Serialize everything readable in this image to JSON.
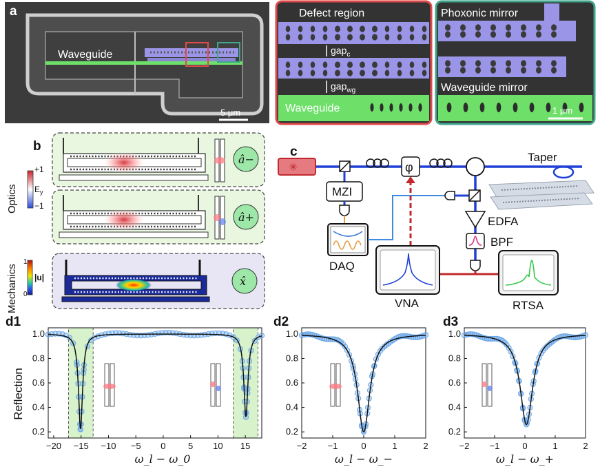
{
  "panels": {
    "a": "a",
    "b": "b",
    "c": "c",
    "d1": "d1",
    "d2": "d2",
    "d3": "d3"
  },
  "sem": {
    "waveguide_label": "Waveguide",
    "scale_main": "5 μm",
    "defect_region": "Defect region",
    "gap_c": "gap",
    "gap_c_sub": "c",
    "gap_wg": "gap",
    "gap_wg_sub": "wg",
    "waveguide_label_zoom": "Waveguide",
    "phoxonic_mirror": "Phoxonic mirror",
    "waveguide_mirror": "Waveguide mirror",
    "scale_zoom": "1 μm"
  },
  "sim": {
    "optics_label": "Optics",
    "mechanics_label": "Mechanics",
    "optics_cb_top": "+1",
    "optics_cb_bottom": "−1",
    "optics_cb_field": "E",
    "optics_cb_field_sub": "y",
    "mech_cb_top": "1",
    "mech_cb_bottom": "0",
    "mech_cb_field": "|u|",
    "mode_minus": "â−",
    "mode_plus": "â+",
    "mode_x": "x̂"
  },
  "setup": {
    "mzi": "MZI",
    "daq": "DAQ",
    "vna": "VNA",
    "rtsa": "RTSA",
    "edfa": "EDFA",
    "bpf": "BPF",
    "taper": "Taper",
    "phase": "φ"
  },
  "colors": {
    "sem_bg": "#3a3a3a",
    "waveguide_green": "#6ee06a",
    "purple": "#9a95e6",
    "red_frame": "#e04a4a",
    "teal_frame": "#3fa58c",
    "optic_blue": "#1f3fd6",
    "electric_red": "#c0282d",
    "data_blue": "#6aa6e8",
    "fit_black": "#111111",
    "green_band": "#d8f2cc",
    "panel_green": "#e9f6e0",
    "panel_purple": "#e8e6f5"
  },
  "chart_data": [
    {
      "id": "d1",
      "type": "scatter",
      "ylabel": "Reflection",
      "xlabel": "ω_l − ω_0",
      "xlim": [
        -21,
        18
      ],
      "ylim": [
        0.15,
        1.05
      ],
      "xticks": [
        -20,
        -15,
        -10,
        -5,
        0,
        5,
        10,
        15
      ],
      "yticks": [
        0.2,
        0.4,
        0.6,
        0.8,
        1.0
      ],
      "series": [
        {
          "style": "markers+fit",
          "dips": [
            {
              "center": -15.1,
              "min": 0.22,
              "width": 0.9
            },
            {
              "center": 15.1,
              "min": 0.32,
              "width": 0.9
            }
          ]
        }
      ],
      "shaded_regions": [
        [
          -17.3,
          -12.8
        ],
        [
          12.8,
          17.3
        ]
      ]
    },
    {
      "id": "d2",
      "type": "scatter",
      "xlabel": "ω_l − ω_−",
      "xlim": [
        -2,
        2
      ],
      "ylim": [
        0.15,
        1.05
      ],
      "xticks": [
        -2,
        -1,
        0,
        1,
        2
      ],
      "yticks": [
        0.2,
        0.4,
        0.6,
        0.8,
        1.0
      ],
      "series": [
        {
          "style": "markers+fit",
          "dips": [
            {
              "center": 0.0,
              "min": 0.2,
              "width": 0.48
            }
          ]
        }
      ]
    },
    {
      "id": "d3",
      "type": "scatter",
      "xlabel": "ω_l − ω_+",
      "xlim": [
        -2,
        2
      ],
      "ylim": [
        0.15,
        1.05
      ],
      "xticks": [
        -2,
        -1,
        0,
        1,
        2
      ],
      "yticks": [
        0.2,
        0.4,
        0.6,
        0.8,
        1.0
      ],
      "series": [
        {
          "style": "markers+fit",
          "dips": [
            {
              "center": 0.05,
              "min": 0.26,
              "width": 0.5
            }
          ]
        }
      ]
    }
  ]
}
